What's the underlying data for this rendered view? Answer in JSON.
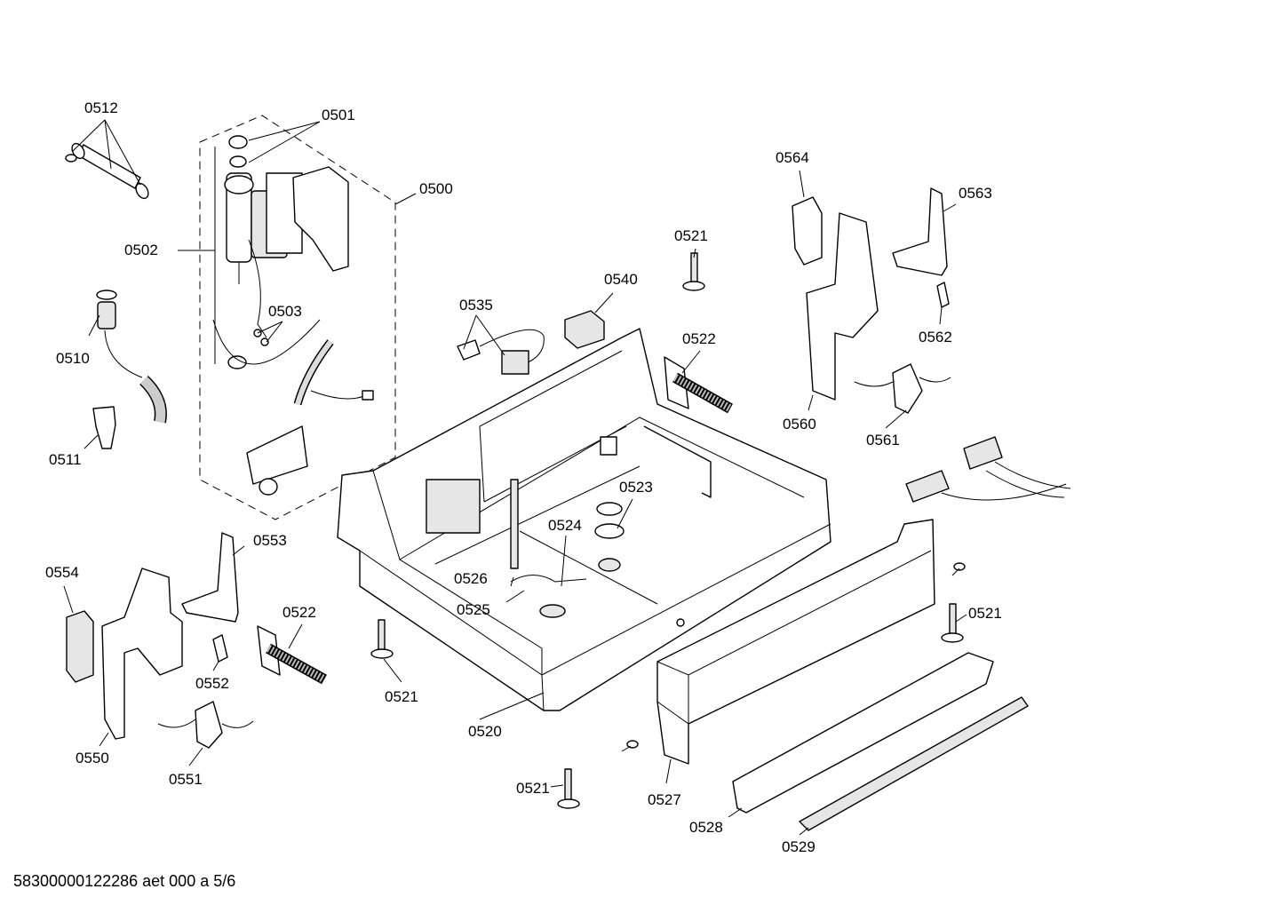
{
  "labels": {
    "l0500": "0500",
    "l0501": "0501",
    "l0502": "0502",
    "l0503": "0503",
    "l0510": "0510",
    "l0511": "0511",
    "l0512": "0512",
    "l0520": "0520",
    "l0521a": "0521",
    "l0521b": "0521",
    "l0521c": "0521",
    "l0521d": "0521",
    "l0522a": "0522",
    "l0522b": "0522",
    "l0523": "0523",
    "l0524": "0524",
    "l0525": "0525",
    "l0526": "0526",
    "l0527": "0527",
    "l0528": "0528",
    "l0529": "0529",
    "l0535": "0535",
    "l0540": "0540",
    "l0550": "0550",
    "l0551": "0551",
    "l0552": "0552",
    "l0553": "0553",
    "l0554": "0554",
    "l0560": "0560",
    "l0561": "0561",
    "l0562": "0562",
    "l0563": "0563",
    "l0564": "0564"
  },
  "footer": {
    "doc_id": "58300000122286 aet 000 a 5/6"
  }
}
